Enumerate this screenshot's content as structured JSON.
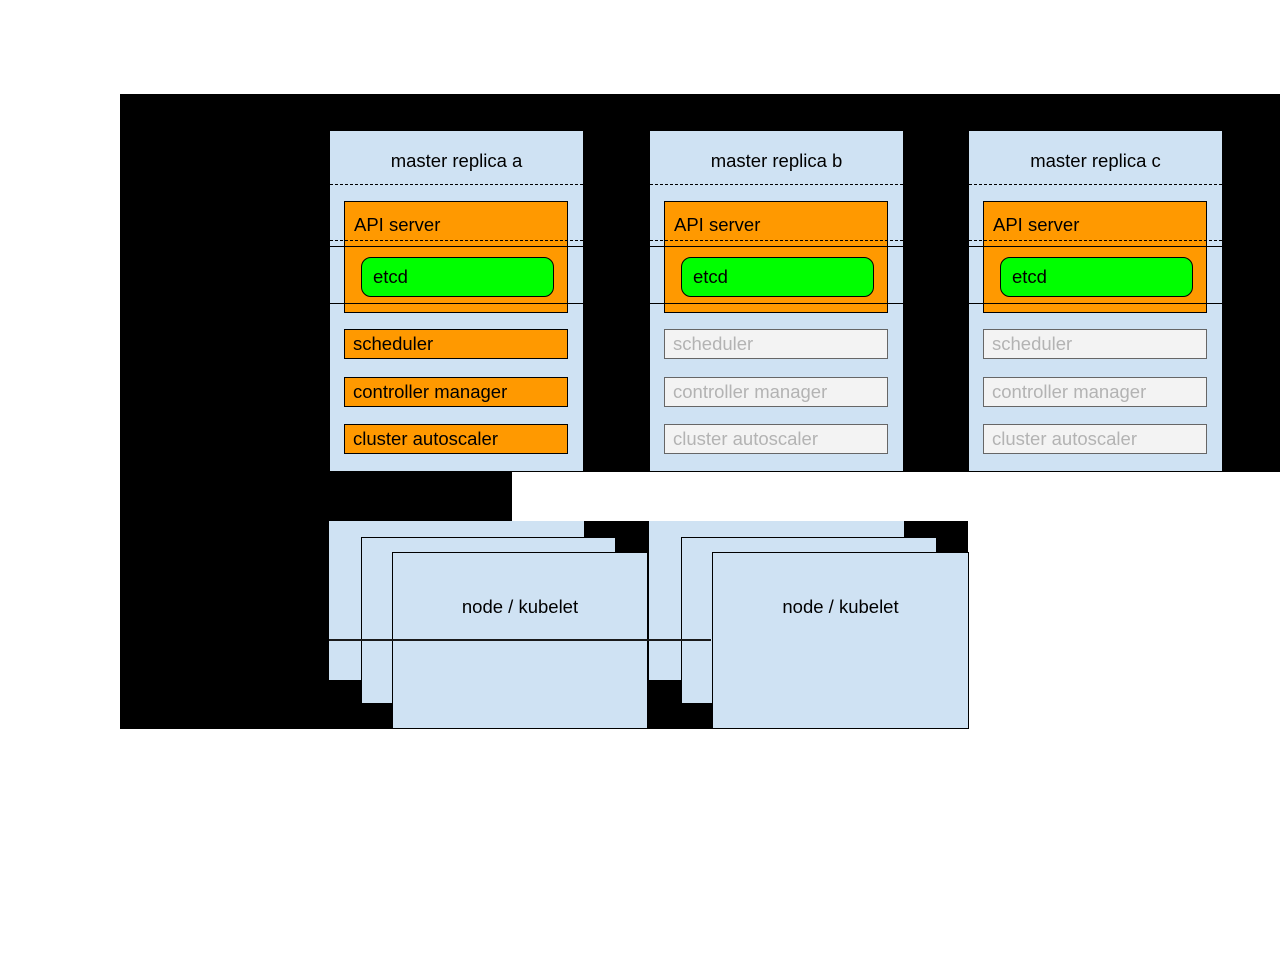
{
  "diagram": {
    "title_semantic": "Kubernetes HA master replicas diagram",
    "masters": [
      {
        "title": "master replica a",
        "state": "active",
        "components": {
          "api_server": "API server",
          "etcd": "etcd",
          "scheduler": "scheduler",
          "controller_manager": "controller manager",
          "cluster_autoscaler": "cluster autoscaler"
        }
      },
      {
        "title": "master replica b",
        "state": "standby",
        "components": {
          "api_server": "API server",
          "etcd": "etcd",
          "scheduler": "scheduler",
          "controller_manager": "controller manager",
          "cluster_autoscaler": "cluster autoscaler"
        }
      },
      {
        "title": "master replica c",
        "state": "standby",
        "components": {
          "api_server": "API server",
          "etcd": "etcd",
          "scheduler": "scheduler",
          "controller_manager": "controller manager",
          "cluster_autoscaler": "cluster autoscaler"
        }
      }
    ],
    "node_stacks": [
      {
        "label": "node / kubelet",
        "stack_depth": 3
      },
      {
        "label": "node / kubelet",
        "stack_depth": 3
      }
    ],
    "colors": {
      "background_region": "#000000",
      "panel_blue": "#cfe2f3",
      "active_orange": "#ff9900",
      "etcd_green": "#00ff00",
      "inactive_fill": "#f3f3f3",
      "inactive_border": "#666666",
      "inactive_text": "#b3b3b3",
      "text": "#000000"
    }
  }
}
